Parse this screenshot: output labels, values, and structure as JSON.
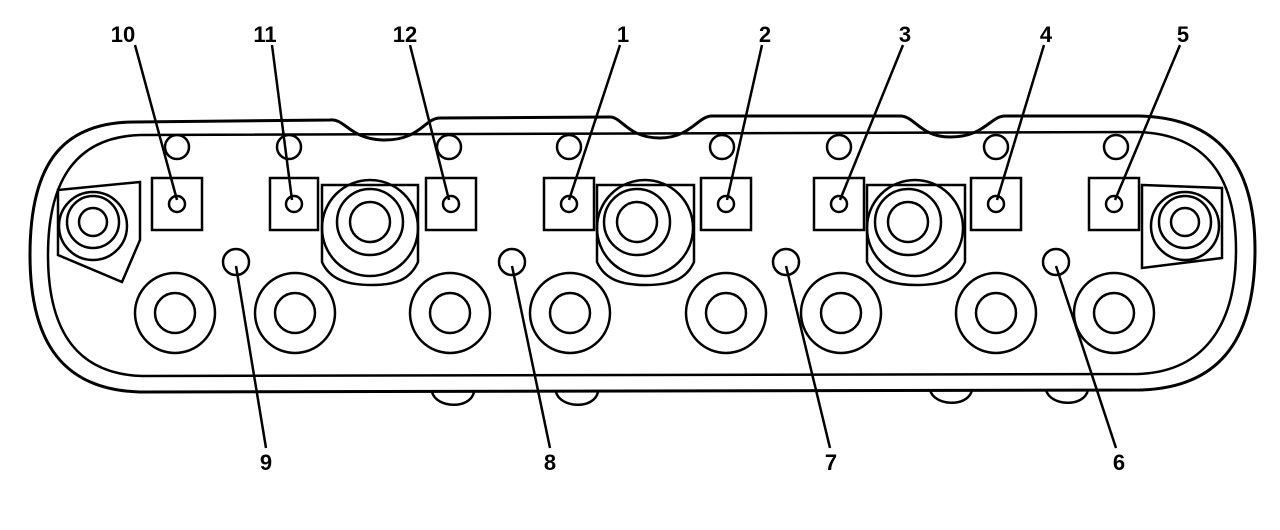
{
  "diagram": {
    "subject": "cylinder head bolt tightening sequence",
    "callouts": [
      {
        "label": "10",
        "target": "upper-bolt"
      },
      {
        "label": "11",
        "target": "upper-bolt"
      },
      {
        "label": "12",
        "target": "upper-bolt"
      },
      {
        "label": "1",
        "target": "upper-bolt"
      },
      {
        "label": "2",
        "target": "upper-bolt"
      },
      {
        "label": "3",
        "target": "upper-bolt"
      },
      {
        "label": "4",
        "target": "upper-bolt"
      },
      {
        "label": "5",
        "target": "upper-bolt"
      },
      {
        "label": "9",
        "target": "lower-bolt"
      },
      {
        "label": "8",
        "target": "lower-bolt"
      },
      {
        "label": "7",
        "target": "lower-bolt"
      },
      {
        "label": "6",
        "target": "lower-bolt"
      }
    ]
  }
}
